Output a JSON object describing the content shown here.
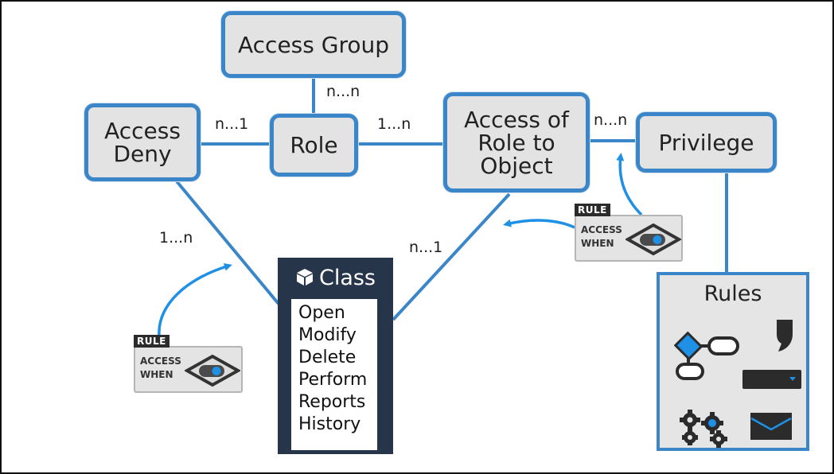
{
  "nodes": {
    "access_group": "Access Group",
    "access_deny_line1": "Access",
    "access_deny_line2": "Deny",
    "role": "Role",
    "access_role_object_line1": "Access of",
    "access_role_object_line2": "Role to",
    "access_role_object_line3": "Object",
    "privilege": "Privilege"
  },
  "cardinalities": {
    "group_role": "n...n",
    "deny_role": "n...1",
    "role_access": "1...n",
    "access_privilege": "n...n",
    "deny_class": "1...n",
    "access_class": "n...1"
  },
  "rule_badges": [
    {
      "tag": "RULE",
      "line1": "ACCESS",
      "line2": "WHEN"
    },
    {
      "tag": "RULE",
      "line1": "ACCESS",
      "line2": "WHEN"
    }
  ],
  "class_box": {
    "title": "Class",
    "icon": "cube-icon",
    "items": [
      "Open",
      "Modify",
      "Delete",
      "Perform",
      "Reports",
      "History"
    ]
  },
  "rules_box": {
    "title": "Rules",
    "icons": [
      "flowchart-icon",
      "comma-icon",
      "dropdown-icon",
      "gears-icon",
      "envelope-icon"
    ]
  },
  "colors": {
    "accent": "#3b86c9",
    "arrow": "#1e90e6",
    "node_fill": "#e3e3e3",
    "class_fill": "#26354a"
  }
}
